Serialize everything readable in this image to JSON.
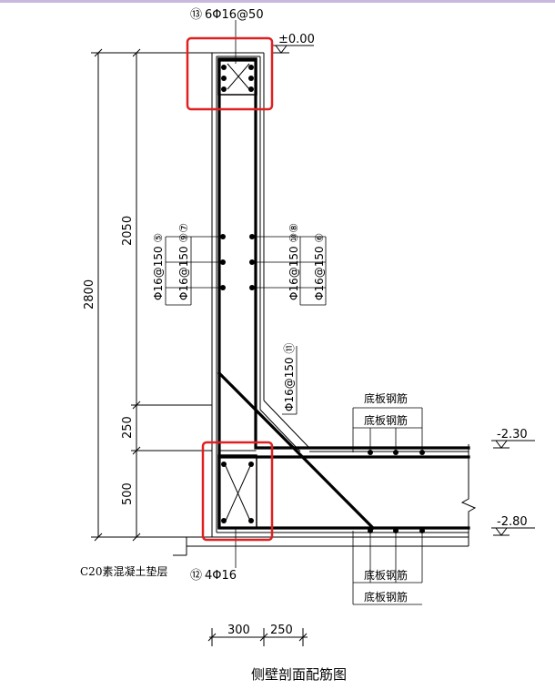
{
  "drawing": {
    "caption": "侧壁剖面配筋图",
    "top_rebar": {
      "circle": "⑬",
      "text": "6Φ16@50"
    },
    "bottom_rebar": {
      "circle": "⑫",
      "text": "4Φ16"
    },
    "elevations": {
      "top": "±0.00",
      "mid": "-2.30",
      "bottom": "-2.80"
    },
    "dims_vertical": {
      "overall": "2800",
      "wall": "2050",
      "haunch": "250",
      "slab": "500"
    },
    "dims_horizontal": {
      "left": "300",
      "right": "250"
    },
    "wall_rebar_labels": [
      "Φ16@150 ⑤",
      "Φ16@150 ⑨⑦",
      "Φ16@150 ⑩⑧",
      "Φ16@150 ⑥"
    ],
    "diagonal_rebar": "Φ16@150 ⑪",
    "slab_labels_top": [
      "底板钢筋",
      "底板钢筋"
    ],
    "slab_labels_bottom": [
      "底板钢筋",
      "底板钢筋"
    ],
    "cushion_label": "C20素混凝土垫层",
    "highlight_color": "#e02020"
  }
}
